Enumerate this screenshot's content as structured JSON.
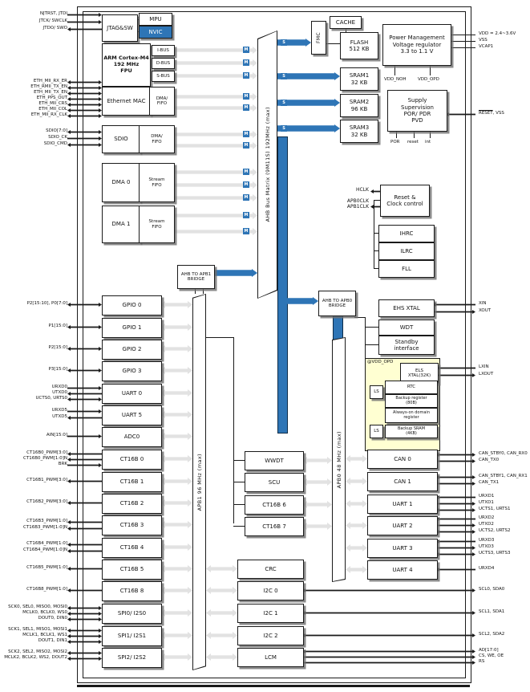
{
  "pins": {
    "left": [
      "NJTRST, JTDI",
      "JTCK/ SWCLK",
      "JTDO/ SWO",
      "ETH_MII_RX_ER",
      "ETH_RMII_TX_EN",
      "ETH_MII_TX_EN",
      "ETH_PPS_OUT",
      "ETH_MII_CRS",
      "ETH_MII_COL",
      "ETH_MII_RX_CLK",
      "SDIO[7:0]",
      "SDIO_CK",
      "SDIO_CMD",
      "P2[15:10], P0[7:0]",
      "P1[15:0]",
      "P2[15:0]",
      "P3[15:0]",
      "URXD0",
      "UTXD0",
      "UCTS0, URTS0",
      "URXD5",
      "UTXD5",
      "AIN[15:0]",
      "CT16B0_PWM[3:0]",
      "CT16B0_PWM[1:0]N",
      "BRK",
      "CT16B1_PWM[3:0]",
      "CT16B2_PWM[3:0]",
      "CT16B3_PWM[1:0]",
      "CT16B3_PWM[1:0]N",
      "CT16B4_PWM[1:0]",
      "CT16B4_PWM[1:0]N",
      "CT16B5_PWM[1:0]",
      "CT16B8_PWM[1:0]",
      "SCK0, SEL0, MISO0, MOSI0",
      "MCLK0, BCLK0, WS0",
      "DOUT0, DIN0",
      "SCK1, SEL1, MISO1, MOSI1",
      "MCLK1, BCLK1, WS1",
      "DOUT1, DIN1",
      "SCK2, SEL2, MISO2, MOSI2",
      "MCLK2, BCLK2, WS2, DOUT2"
    ],
    "right": [
      "VDD = 2.4~3.6V",
      "VSS",
      "VCAP1",
      "XIN",
      "XOUT",
      "LXIN",
      "LXOUT",
      "CAN_STBY0, CAN_RX0",
      "CAN_TX0",
      "CAN_STBY1, CAN_RX1",
      "CAN_TX1",
      "URXD1",
      "UTXD1",
      "UCTS1, URTS1",
      "URXD2",
      "UTXD2",
      "UCTS2, URTS2",
      "URXD3",
      "UTXD3",
      "UCTS3, URTS3",
      "URXD4",
      "SCL0, SDA0",
      "SCL1, SDA1",
      "SCL2, SDA2",
      "AD[17:0]",
      "CS, WE, OE",
      "RS"
    ],
    "nreset": "RESET",
    "nreset_rest": ", VSS",
    "vdd_noh": "VDD_NOH",
    "vdd_opd": "VDD_OPD",
    "por": "POR",
    "reset_out": "reset",
    "int_out": "int"
  },
  "blocks": {
    "jtag": "JTAG&SW",
    "mpu": "MPU",
    "nvic": "NVIC",
    "cpu": "ARM Cortex-M4\n192 MHz\nFPU",
    "ibus": "I-BUS",
    "dbus": "D-BUS",
    "sbus": "S-BUS",
    "eth": "Ethernet MAC",
    "eth_dma": "DMA/\nFIFO",
    "sdio": "SDIO",
    "sdio_dma": "DMA/\nFIFO",
    "dma0": "DMA 0",
    "dma0_fifo": "Stream\nFIFO",
    "dma1": "DMA 1",
    "dma1_fifo": "Stream\nFIFO",
    "fmc": "FMC",
    "cache": "CACHE",
    "flash": "FLASH\n512 KB",
    "power": "Power Management\nVoltage regulator\n3.3 to 1.1 V",
    "sram1": "SRAM1\n32 KB",
    "sram2": "SRAM2\n96 KB",
    "sram3": "SRAM3\n32 KB",
    "supply": "Supply\nSupervision\nPOR/ PDR\nPVD",
    "reset_clock": "Reset &\nClock control",
    "ihrc": "IHRC",
    "ilrc": "ILRC",
    "fll": "FLL",
    "ehs": "EHS XTAL",
    "wdt": "WDT",
    "standby": "Standby\ninterface",
    "vdd_opd_region": "@VDD_OPD",
    "els": "ELS\nXTAL(32K)",
    "rtc": "RTC",
    "ls": "LS",
    "backup_reg": "Backup register\n(80B)",
    "aod_reg": "Always-on domain\nregister",
    "backup_sram": "Backup SRAM\n(4KB)",
    "bridge1": "AHB TO APB1\nBRIDGE",
    "bridge0": "AHB TO APB0\nBRIDGE"
  },
  "bars": {
    "matrix": "AHB Bus Matrix (9M11S) 192MHz (max)",
    "apb1": "APB1 96 MHz (max)",
    "apb0": "APB0 48 MHz (max)"
  },
  "left_col": [
    "GPIO 0",
    "GPIO 1",
    "GPIO 2",
    "GPIO 3",
    "UART 0",
    "UART 5",
    "ADC0",
    "CT16B 0",
    "CT16B 1",
    "CT16B 2",
    "CT16B 3",
    "CT16B 4",
    "CT16B 5",
    "CT16B 8",
    "SPI0/ I2S0",
    "SPI1/ I2S1",
    "SPI2/ I2S2"
  ],
  "mid_col": [
    "WWDT",
    "SCU",
    "CT16B 6",
    "CT16B 7",
    "CRC",
    "I2C 0",
    "I2C 1",
    "I2C 2",
    "LCM"
  ],
  "right_col": [
    "CAN 0",
    "CAN 1",
    "UART 1",
    "UART 2",
    "UART 3",
    "UART 4"
  ],
  "clocks": {
    "hclk": "HCLK",
    "apbclk": "APB0CLK\nAPB1CLK"
  },
  "ports": {
    "m": "M",
    "s": "S"
  }
}
